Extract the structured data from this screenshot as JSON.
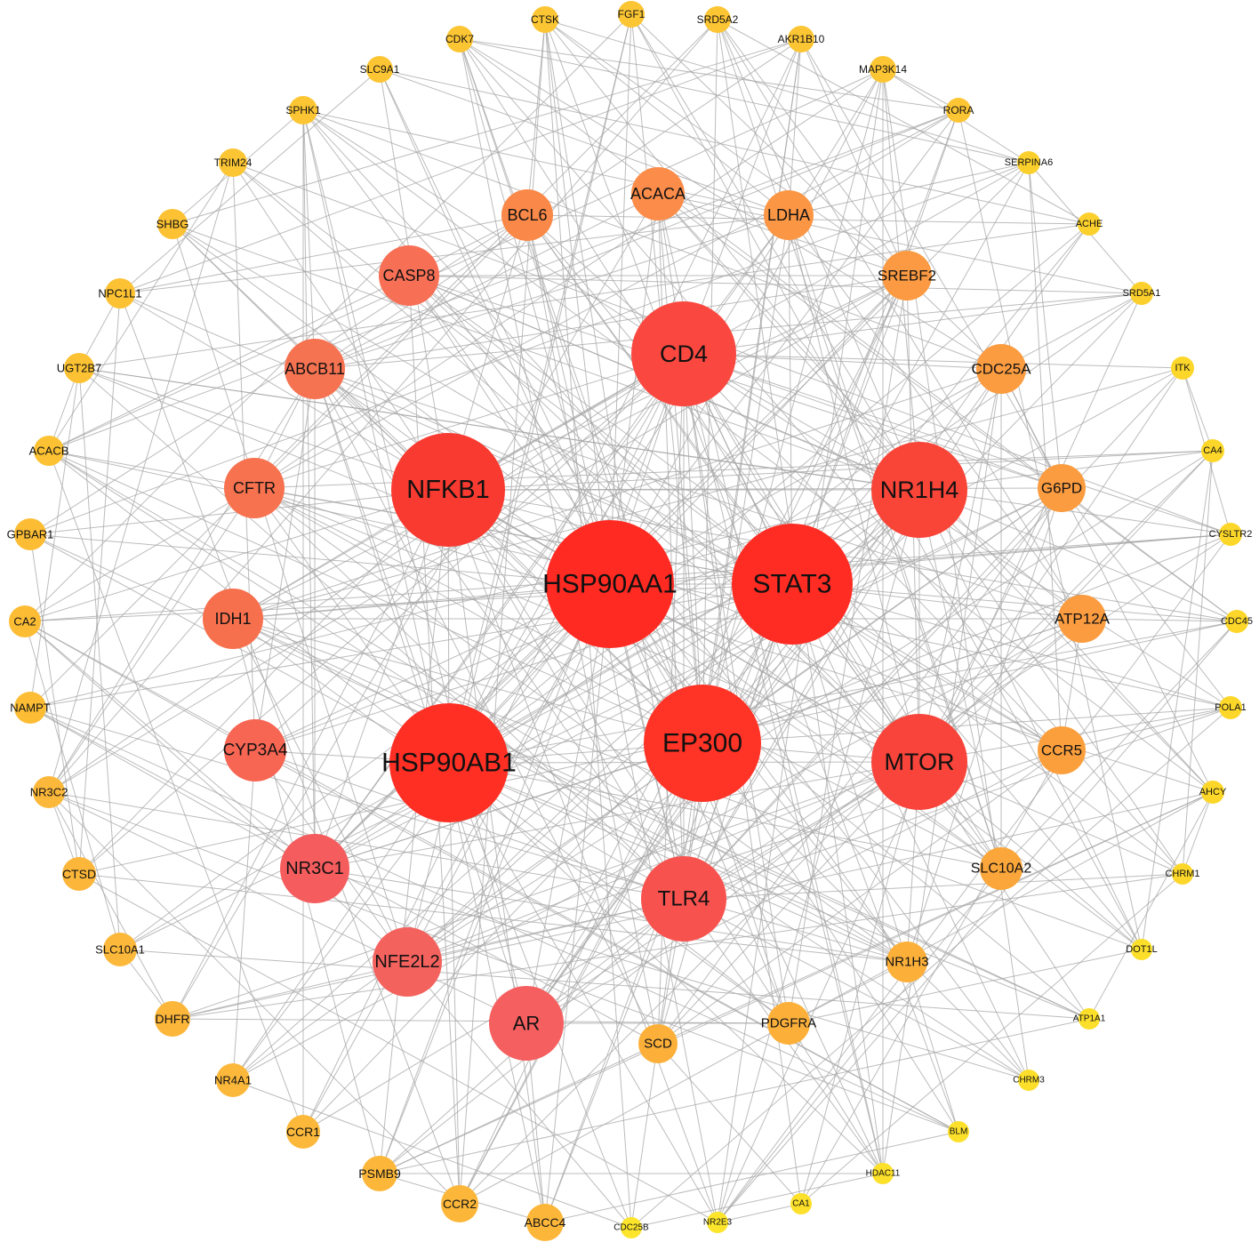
{
  "nodes": [
    {
      "label": "HSP90AA1",
      "color": "#ff2a22"
    },
    {
      "label": "STAT3",
      "color": "#ff2c23"
    },
    {
      "label": "HSP90AB1",
      "color": "#ff2f24"
    },
    {
      "label": "EP300",
      "color": "#ff3326"
    },
    {
      "label": "NFKB1",
      "color": "#f93a30"
    },
    {
      "label": "NR1H4",
      "color": "#f94438"
    },
    {
      "label": "MTOR",
      "color": "#f8443a"
    },
    {
      "label": "CD4",
      "color": "#fa4840"
    },
    {
      "label": "TLR4",
      "color": "#f8524f"
    },
    {
      "label": "NR3C1",
      "color": "#f55c5d"
    },
    {
      "label": "NFE2L2",
      "color": "#f4625e"
    },
    {
      "label": "AR",
      "color": "#f55f5f"
    },
    {
      "label": "CYP3A4",
      "color": "#f76553"
    },
    {
      "label": "CASP8",
      "color": "#f76f55"
    },
    {
      "label": "ABCB11",
      "color": "#f67352"
    },
    {
      "label": "CFTR",
      "color": "#f7724f"
    },
    {
      "label": "IDH1",
      "color": "#f7704e"
    },
    {
      "label": "BCL6",
      "color": "#fa8848"
    },
    {
      "label": "ACACA",
      "color": "#fb8c49"
    },
    {
      "label": "LDHA",
      "color": "#fb9644"
    },
    {
      "label": "SREBF2",
      "color": "#fb9a42"
    },
    {
      "label": "CDC25A",
      "color": "#fb9c41"
    },
    {
      "label": "G6PD",
      "color": "#fb9c40"
    },
    {
      "label": "ATP12A",
      "color": "#fb9c40"
    },
    {
      "label": "CCR5",
      "color": "#fb9f3d"
    },
    {
      "label": "SLC10A2",
      "color": "#fba63a"
    },
    {
      "label": "NR1H3",
      "color": "#fcb03a"
    },
    {
      "label": "PDGFRA",
      "color": "#fcb03a"
    },
    {
      "label": "SCD",
      "color": "#fcb03a"
    },
    {
      "label": "ABCC4",
      "color": "#fcb73a"
    },
    {
      "label": "CCR2",
      "color": "#fcb73a"
    },
    {
      "label": "PSMB9",
      "color": "#fcb73a"
    },
    {
      "label": "CCR1",
      "color": "#fcb83a"
    },
    {
      "label": "NR4A1",
      "color": "#fcb83a"
    },
    {
      "label": "DHFR",
      "color": "#fcb63a"
    },
    {
      "label": "SLC10A1",
      "color": "#fcb83a"
    },
    {
      "label": "CTSD",
      "color": "#fcb63a"
    },
    {
      "label": "NR3C2",
      "color": "#fcb83a"
    },
    {
      "label": "NAMPT",
      "color": "#fcbd35"
    },
    {
      "label": "CA2",
      "color": "#fcbd35"
    },
    {
      "label": "GPBAR1",
      "color": "#fcbd35"
    },
    {
      "label": "ACACB",
      "color": "#fcc233"
    },
    {
      "label": "UGT2B7",
      "color": "#fcc233"
    },
    {
      "label": "NPC1L1",
      "color": "#fcc233"
    },
    {
      "label": "SHBG",
      "color": "#fcc233"
    },
    {
      "label": "TRIM24",
      "color": "#fcc533"
    },
    {
      "label": "SPHK1",
      "color": "#fcc533"
    },
    {
      "label": "SLC9A1",
      "color": "#fcc533"
    },
    {
      "label": "CDK7",
      "color": "#fcc533"
    },
    {
      "label": "CTSK",
      "color": "#fcc533"
    },
    {
      "label": "FGF1",
      "color": "#fcc533"
    },
    {
      "label": "SRD5A2",
      "color": "#fcc533"
    },
    {
      "label": "AKR1B10",
      "color": "#fcc533"
    },
    {
      "label": "MAP3K14",
      "color": "#fcc533"
    },
    {
      "label": "RORA",
      "color": "#fcc533"
    },
    {
      "label": "SERPINA6",
      "color": "#fcd02c"
    },
    {
      "label": "ACHE",
      "color": "#fcd02c"
    },
    {
      "label": "SRD5A1",
      "color": "#fcd02c"
    },
    {
      "label": "ITK",
      "color": "#fcd72a"
    },
    {
      "label": "CA4",
      "color": "#fcd72a"
    },
    {
      "label": "CYSLTR2",
      "color": "#fcd72a"
    },
    {
      "label": "CDC45",
      "color": "#fcd72a"
    },
    {
      "label": "POLA1",
      "color": "#fcd72a"
    },
    {
      "label": "AHCY",
      "color": "#fcd72a"
    },
    {
      "label": "CHRM1",
      "color": "#fcd72a"
    },
    {
      "label": "DOT1L",
      "color": "#fcdf2a"
    },
    {
      "label": "ATP1A1",
      "color": "#fcdf2a"
    },
    {
      "label": "CHRM3",
      "color": "#fcdf2a"
    },
    {
      "label": "BLM",
      "color": "#fce02a"
    },
    {
      "label": "HDAC11",
      "color": "#fce02a"
    },
    {
      "label": "CA1",
      "color": "#fce02a"
    },
    {
      "label": "NR2E3",
      "color": "#fce52a"
    },
    {
      "label": "CDC25B",
      "color": "#fce52a"
    }
  ]
}
